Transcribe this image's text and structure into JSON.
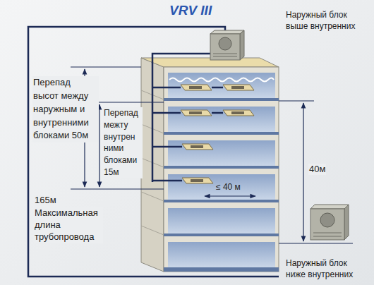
{
  "diagram": {
    "labels": [
      "VRV III",
      "Наружный блок выше внутренних",
      "Перепад высот между наружным и внутренними блоками 50м",
      "Перепад межту внутрен ними блоками 15м",
      "40м",
      "165м",
      "Максимальная длина трубопровода",
      "≤ 40 м",
      "Наружный блок ниже внутренних"
    ]
  }
}
